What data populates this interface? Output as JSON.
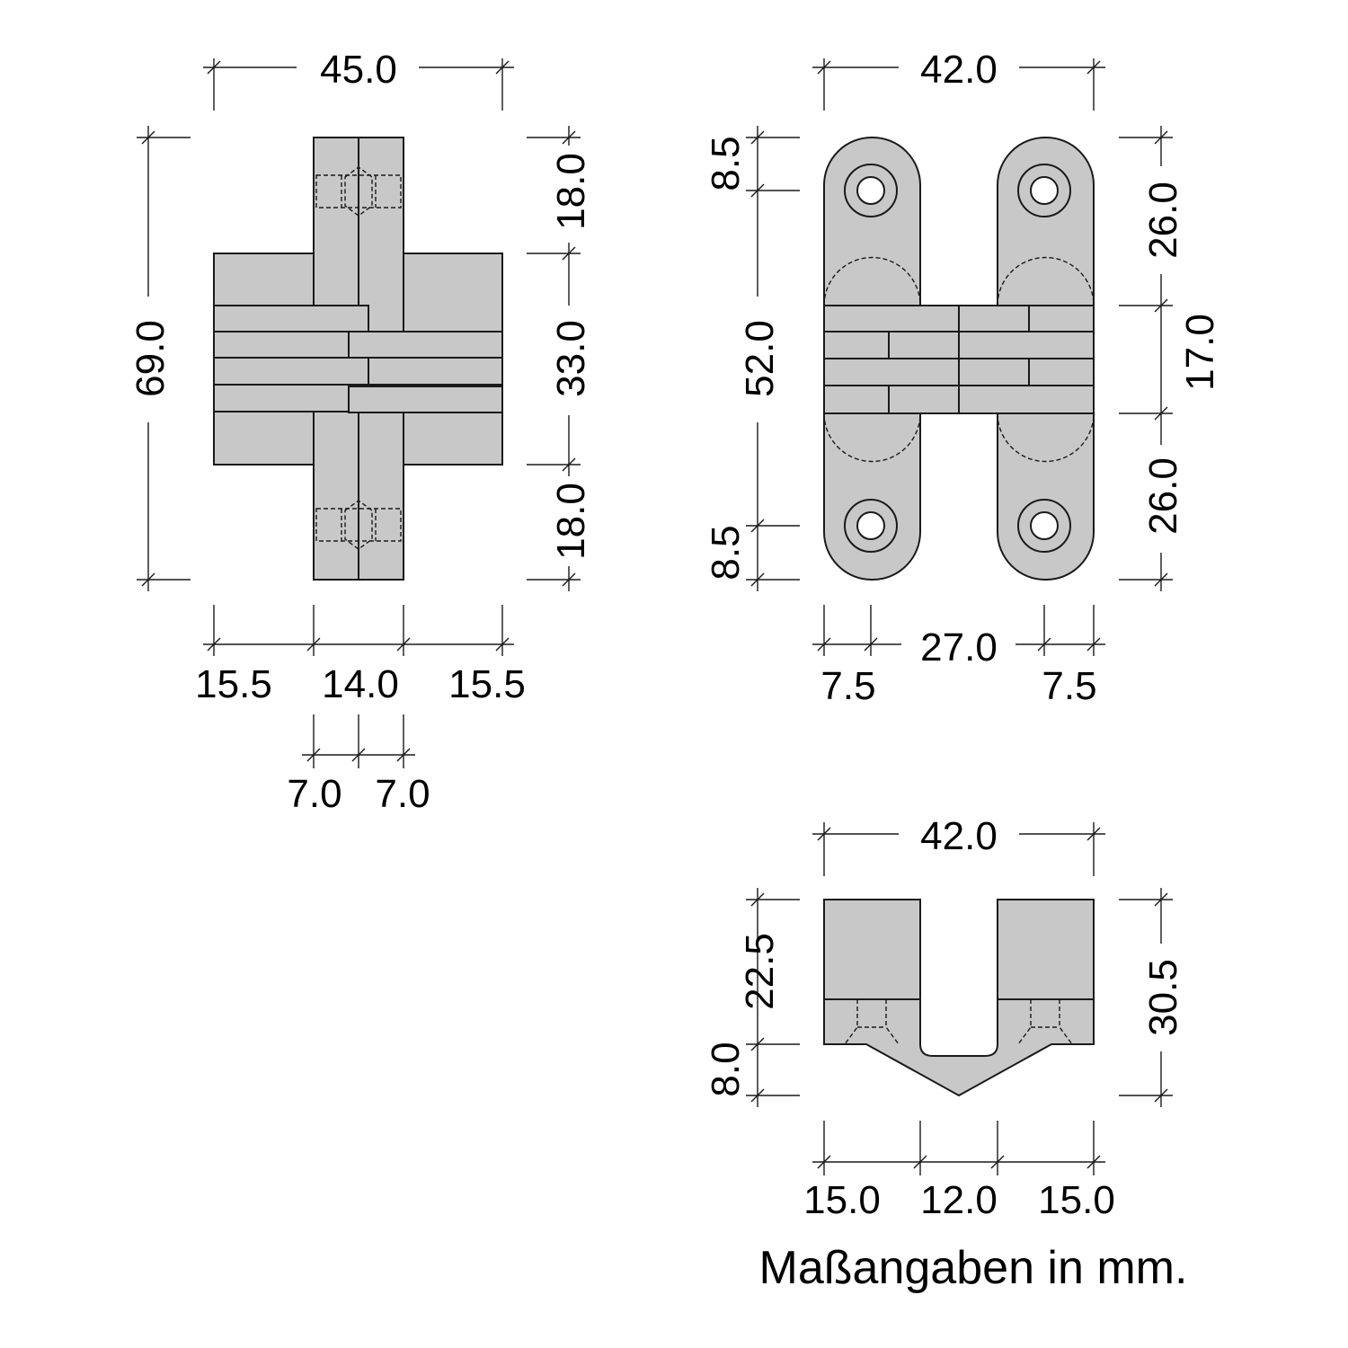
{
  "dims": {
    "front_top_width": "45.0",
    "front_height_total": "69.0",
    "front_top_part": "18.0",
    "front_middle_part": "33.0",
    "front_bottom_part": "18.0",
    "front_left": "15.5",
    "front_center": "14.0",
    "front_right": "15.5",
    "front_half_left": "7.0",
    "front_half_right": "7.0",
    "side_top_width": "42.0",
    "side_top_offset": "8.5",
    "side_height": "52.0",
    "side_bottom_offset": "8.5",
    "side_upper_right": "26.0",
    "side_middle_right": "17.0",
    "side_lower_right": "26.0",
    "side_bottom_center": "27.0",
    "side_bottom_left": "7.5",
    "side_bottom_right": "7.5",
    "plan_top_width": "42.0",
    "plan_left_upper": "22.5",
    "plan_left_lower": "8.0",
    "plan_right_total": "30.5",
    "plan_bottom_left": "15.0",
    "plan_bottom_center": "12.0",
    "plan_bottom_right": "15.0"
  },
  "note": "Maßangaben in mm."
}
